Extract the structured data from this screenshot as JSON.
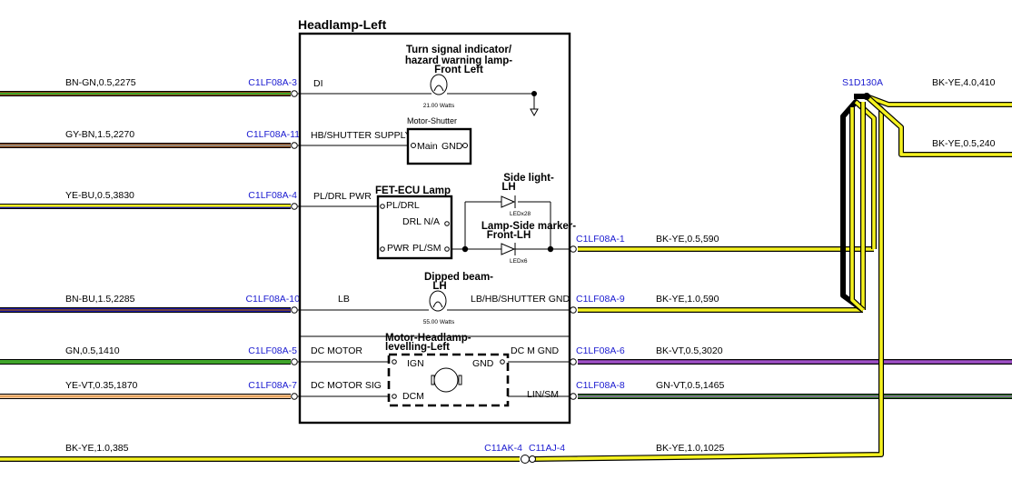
{
  "title": "Headlamp-Left",
  "colors": {
    "bn": "#8b4a16",
    "gn": "#3fa52a",
    "gy": "#8a8a8a",
    "ye": "#f5f220",
    "bu": "#1a1aa8",
    "bk": "#000000",
    "vt": "#a050c8",
    "connector": "#1a1ad0"
  },
  "wires_left": [
    {
      "label": "BN-GN,0.5,2275",
      "pin": "C1LF08A-3",
      "func": "DI"
    },
    {
      "label": "GY-BN,1.5,2270",
      "pin": "C1LF08A-11",
      "func": "HB/SHUTTER SUPPLY"
    },
    {
      "label": "YE-BU,0.5,3830",
      "pin": "C1LF08A-4",
      "func": "PL/DRL PWR"
    },
    {
      "label": "BN-BU,1.5,2285",
      "pin": "C1LF08A-10",
      "func": "LB"
    },
    {
      "label": "GN,0.5,1410",
      "pin": "C1LF08A-5",
      "func": "DC MOTOR"
    },
    {
      "label": "YE-VT,0.35,1870",
      "pin": "C1LF08A-7",
      "func": "DC MOTOR SIG"
    }
  ],
  "wires_right": [
    {
      "pin": "C1LF08A-1",
      "label": "BK-YE,0.5,590"
    },
    {
      "pin": "C1LF08A-9",
      "label": "BK-YE,1.0,590",
      "func": "LB/HB/SHUTTER GND"
    },
    {
      "pin": "C1LF08A-6",
      "label": "BK-VT,0.5,3020",
      "func": "DC M GND"
    },
    {
      "pin": "C1LF08A-8",
      "label": "GN-VT,0.5,1465",
      "func": "LIN/SM"
    }
  ],
  "splice": {
    "name": "S1D130A",
    "out1": "BK-YE,4.0,410",
    "out2": "BK-YE,0.5,240"
  },
  "bottom": {
    "left_label": "BK-YE,1.0,385",
    "conn1": "C11AK-4",
    "conn2": "C11AJ-4",
    "right_label": "BK-YE,1.0,1025"
  },
  "components": {
    "turn": {
      "l1": "Turn signal indicator/",
      "l2": "hazard warning lamp-",
      "l3": "Front Left",
      "watts": "21.00 Watts"
    },
    "shutter": {
      "title": "Motor-Shutter",
      "main": "Main",
      "gnd": "GND"
    },
    "fet": {
      "title": "FET-ECU Lamp",
      "pl_drl": "PL/DRL",
      "drl_na": "DRL N/A",
      "pwr": "PWR",
      "pl_sm": "PL/SM"
    },
    "side": {
      "l1": "Side light-",
      "l2": "LH",
      "sub": "LEDx28"
    },
    "marker": {
      "l1": "Lamp-Side marker-",
      "l2": "Front-LH",
      "sub": "LEDx6"
    },
    "dipped": {
      "l1": "Dipped beam-",
      "l2": "LH",
      "watts": "55.00 Watts"
    },
    "leveling": {
      "l1": "Motor-Headlamp-",
      "l2": "levelling-Left",
      "ign": "IGN",
      "gnd": "GND",
      "dcm": "DCM"
    }
  }
}
